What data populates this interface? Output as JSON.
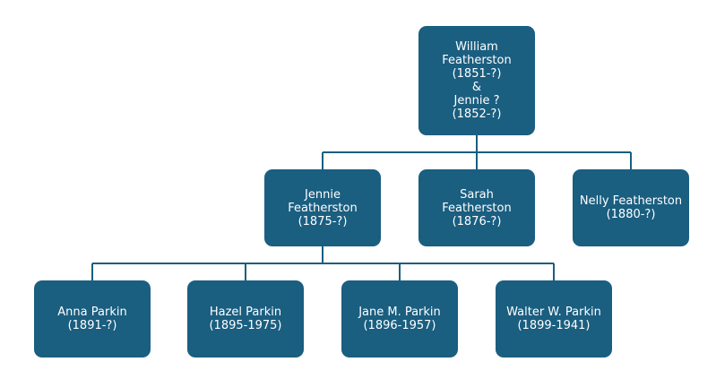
{
  "colors": {
    "node_fill": "#1a5e80",
    "node_text": "#ffffff",
    "connector": "#1a5e80",
    "background": "#ffffff"
  },
  "root": {
    "lines": [
      "William",
      "Featherston",
      "(1851-?)",
      "&",
      "Jennie ?",
      "(1852-?)"
    ]
  },
  "children": [
    {
      "lines": [
        "Jennie",
        "Featherston",
        "(1875-?)"
      ]
    },
    {
      "lines": [
        "Sarah",
        "Featherston",
        "(1876-?)"
      ]
    },
    {
      "lines": [
        "Nelly Featherston",
        "(1880-?)"
      ]
    }
  ],
  "grandchildren": [
    {
      "lines": [
        "Anna Parkin",
        "(1891-?)"
      ]
    },
    {
      "lines": [
        "Hazel Parkin",
        "(1895-1975)"
      ]
    },
    {
      "lines": [
        "Jane M. Parkin",
        "(1896-1957)"
      ]
    },
    {
      "lines": [
        "Walter W. Parkin",
        "(1899-1941)"
      ]
    }
  ]
}
